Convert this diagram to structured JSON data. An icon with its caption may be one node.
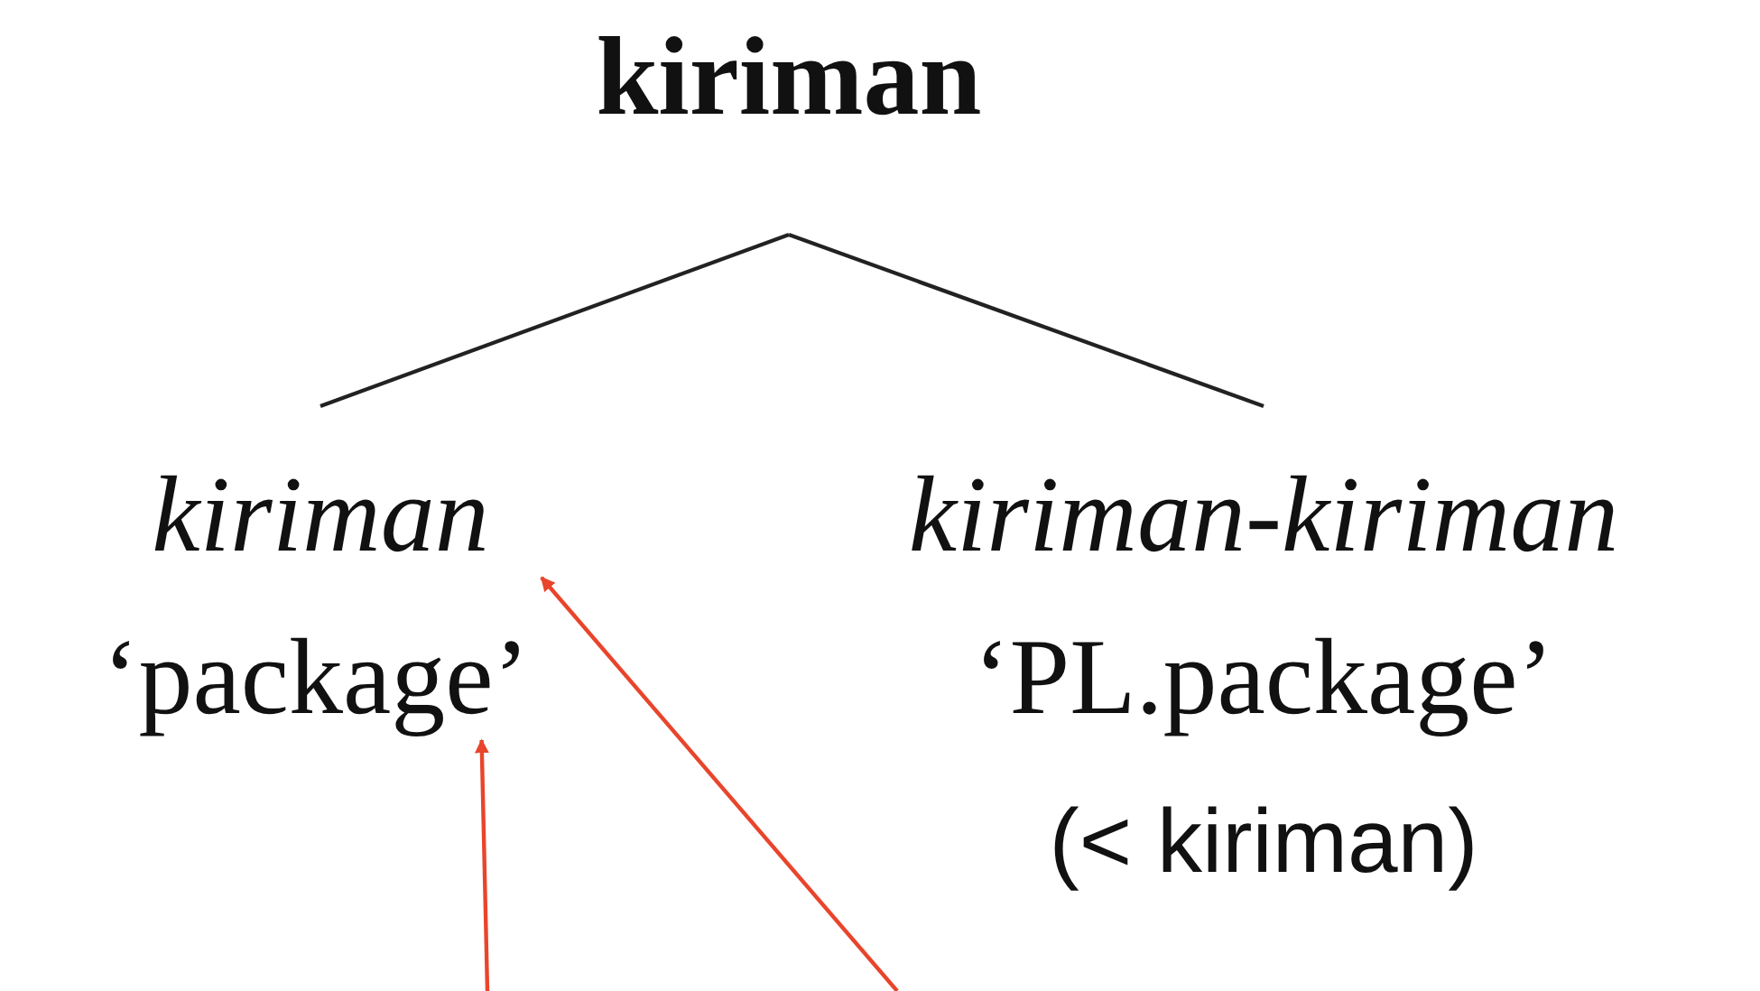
{
  "diagram": {
    "nodes": [
      {
        "text": [
          "kiriman"
        ]
      },
      {
        "text": [
          "kiriman"
        ]
      },
      {
        "text": [
          "‘package’"
        ]
      },
      {
        "text": [
          "kiriman-kiriman"
        ]
      },
      {
        "text": [
          "‘PL.package’"
        ]
      },
      {
        "text": [
          "(< kiriman)"
        ]
      }
    ],
    "edges": [
      {
        "from": 0,
        "to": 1,
        "arrow": "none"
      },
      {
        "from": 0,
        "to": 3,
        "arrow": "none"
      },
      {
        "from": null,
        "to": 2,
        "arrow": "to",
        "color": "#e8452c"
      },
      {
        "from": null,
        "to": 1,
        "arrow": "to",
        "color": "#e8452c"
      }
    ]
  }
}
